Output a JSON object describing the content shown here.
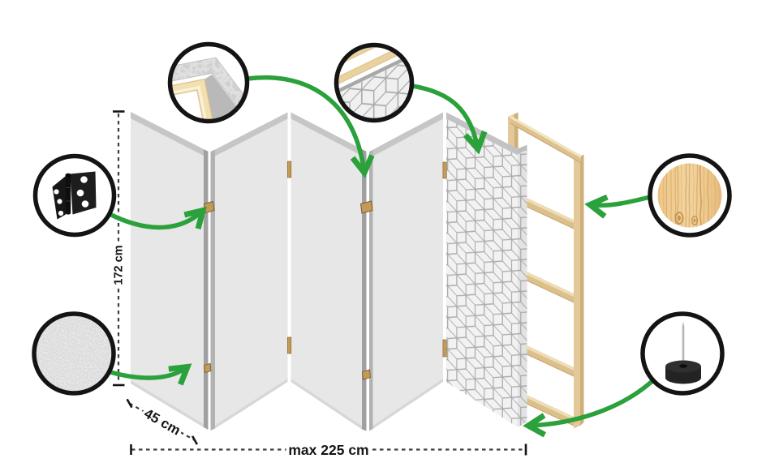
{
  "diagram": {
    "type": "product-construction-infographic",
    "subject": "5-panel folding room divider construction diagram",
    "panel_count": 5,
    "dimensions": {
      "height_label": "172 cm",
      "panel_width_label": "45 cm",
      "total_width_label": "max 225 cm"
    },
    "callouts": [
      {
        "id": "frame-corner",
        "description": "wooden frame corner with canvas wrap"
      },
      {
        "id": "top-edge",
        "description": "panel top edge cross-section with wooden slats"
      },
      {
        "id": "hinge",
        "description": "black metal hinge"
      },
      {
        "id": "canvas-texture",
        "description": "canvas print texture"
      },
      {
        "id": "wood",
        "description": "natural pine wood"
      },
      {
        "id": "foot",
        "description": "black foot with metal spike"
      }
    ],
    "colors": {
      "arrow_green": "#2aa13a",
      "panel_gray": "#e7e7e7",
      "bevel_gray": "#c6c6c6",
      "wood_tan": "#e3c898",
      "hinge_tan": "#c49a57",
      "callout_ring": "#141414",
      "dimension_line": "#3f3f3f",
      "pattern_line": "#ababab"
    }
  }
}
